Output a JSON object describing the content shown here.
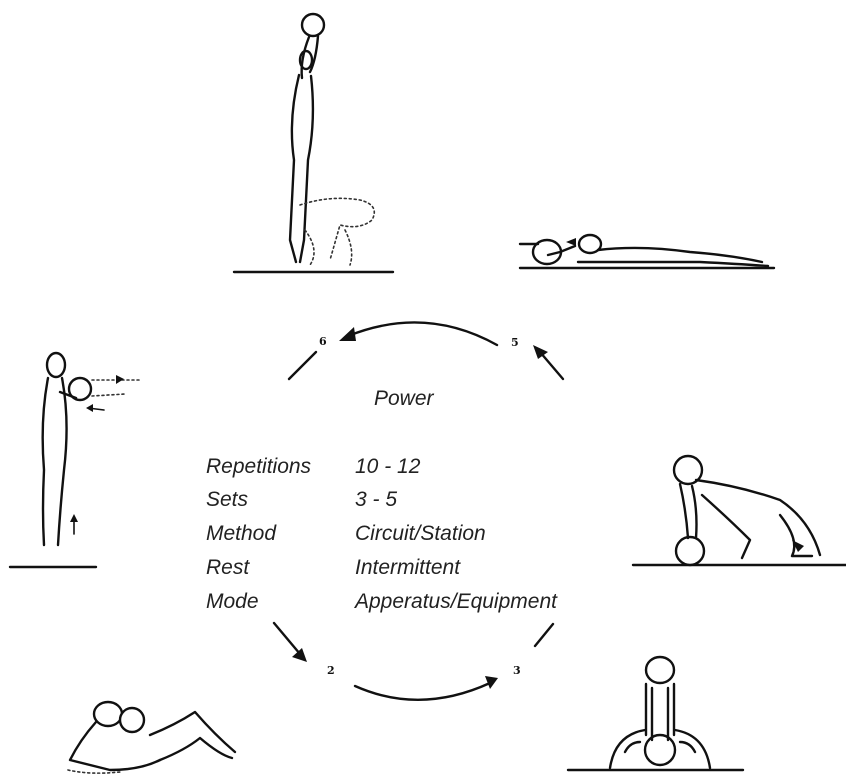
{
  "title": "Power",
  "rows": [
    {
      "label": "Repetitions",
      "value": "10 - 12"
    },
    {
      "label": "Sets",
      "value": "3 - 5"
    },
    {
      "label": "Method",
      "value": "Circuit/Station"
    },
    {
      "label": "Rest",
      "value": "Intermittent"
    },
    {
      "label": "Mode",
      "value": "Apperatus/Equipment"
    }
  ],
  "stations": [
    "2",
    "3",
    "5",
    "6"
  ]
}
